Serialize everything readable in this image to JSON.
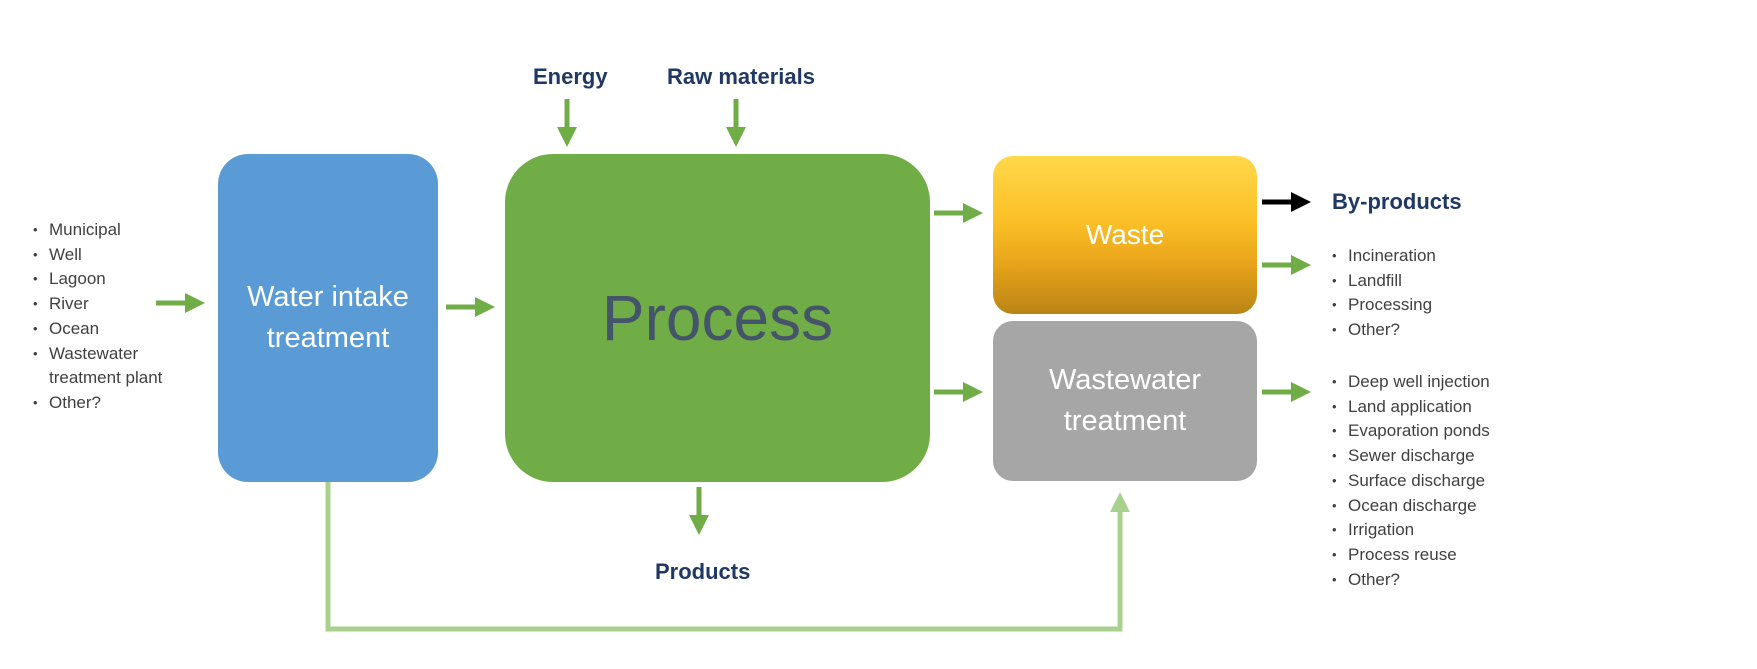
{
  "nodes": {
    "intake": "Water intake treatment",
    "process": "Process",
    "waste": "Waste",
    "wastewater": "Wastewater treatment"
  },
  "labels": {
    "energy": "Energy",
    "raw_materials": "Raw materials",
    "products": "Products",
    "by_products": "By-products"
  },
  "sources": [
    "Municipal",
    "Well",
    "Lagoon",
    "River",
    "Ocean",
    "Wastewater treatment plant",
    "Other?"
  ],
  "waste_destinations": [
    "Incineration",
    "Landfill",
    "Processing",
    "Other?"
  ],
  "wastewater_destinations": [
    "Deep well injection",
    "Land application",
    "Evaporation ponds",
    "Sewer discharge",
    "Surface discharge",
    "Ocean discharge",
    "Irrigation",
    "Process reuse",
    "Other?"
  ],
  "colors": {
    "intake": "#5b9bd5",
    "process": "#70ad47",
    "process_text": "#44546a",
    "waste": "#fbbf26",
    "wastewater": "#a6a6a6",
    "arrow": "#70ad47",
    "bypass_line": "#a9d18e",
    "byproduct_arrow": "#000000",
    "label_text": "#1f3864"
  }
}
